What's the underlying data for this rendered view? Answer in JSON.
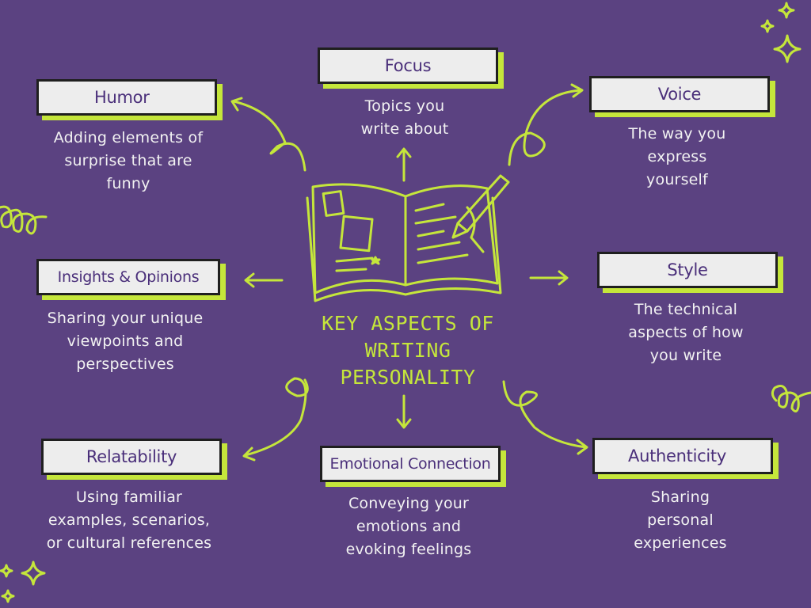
{
  "title_lines": [
    "KEY ASPECTS OF",
    "WRITING",
    "PERSONALITY"
  ],
  "colors": {
    "background": "#5b4281",
    "accent": "#c5e63b",
    "label_bg": "#ededed",
    "label_text": "#4a2f7a",
    "text": "#f2f2f2"
  },
  "aspects": {
    "focus": {
      "label": "Focus",
      "desc": [
        "Topics you",
        "write about"
      ]
    },
    "humor": {
      "label": "Humor",
      "desc": [
        "Adding  elements of",
        "surprise that are",
        "funny"
      ]
    },
    "voice": {
      "label": "Voice",
      "desc": [
        "The way you",
        "express",
        "yourself"
      ]
    },
    "insights": {
      "label": "Insights & Opinions",
      "desc": [
        "Sharing your unique",
        "viewpoints and",
        "perspectives"
      ]
    },
    "style": {
      "label": "Style",
      "desc": [
        "The technical",
        "aspects of how",
        "you write"
      ]
    },
    "relatability": {
      "label": "Relatability",
      "desc": [
        "Using familiar",
        "examples, scenarios,",
        "or cultural references"
      ]
    },
    "emotional": {
      "label": "Emotional Connection",
      "desc": [
        "Conveying your",
        "emotions and",
        "evoking feelings"
      ]
    },
    "authenticity": {
      "label": "Authenticity",
      "desc": [
        "Sharing",
        "personal",
        "experiences"
      ]
    }
  },
  "icons": [
    "open-book-icon",
    "pencil-icon",
    "sparkle-icon",
    "swirl-icon",
    "arrow-icon"
  ]
}
